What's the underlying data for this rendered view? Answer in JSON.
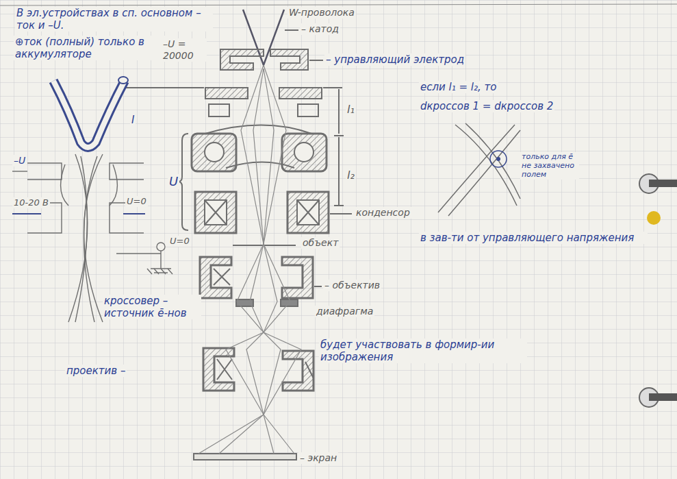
{
  "diagram": {
    "labels": [
      "В эл.устройствах в сп. основном – ток и –U.",
      "⊕ток (полный) только в аккумуляторе",
      "W-проволока",
      "– катод",
      "– управляющий электрод",
      "–U = 20000",
      "I",
      "l₁",
      "l₂",
      "U",
      "конденсор",
      "если l₁ = l₂, то",
      "dкроссов 1 = dкроссов 2",
      "только для ē не захвачено полем",
      "в зав-ти от управляющего напряжения",
      "–U",
      "10-20 В",
      "U=0",
      "U=0",
      "объект",
      "– объектив",
      "диафрагма",
      "кроссовер – источник ē-нов",
      "проектив –",
      "будет участвовать в формир-ии изображения",
      "– экран"
    ]
  }
}
